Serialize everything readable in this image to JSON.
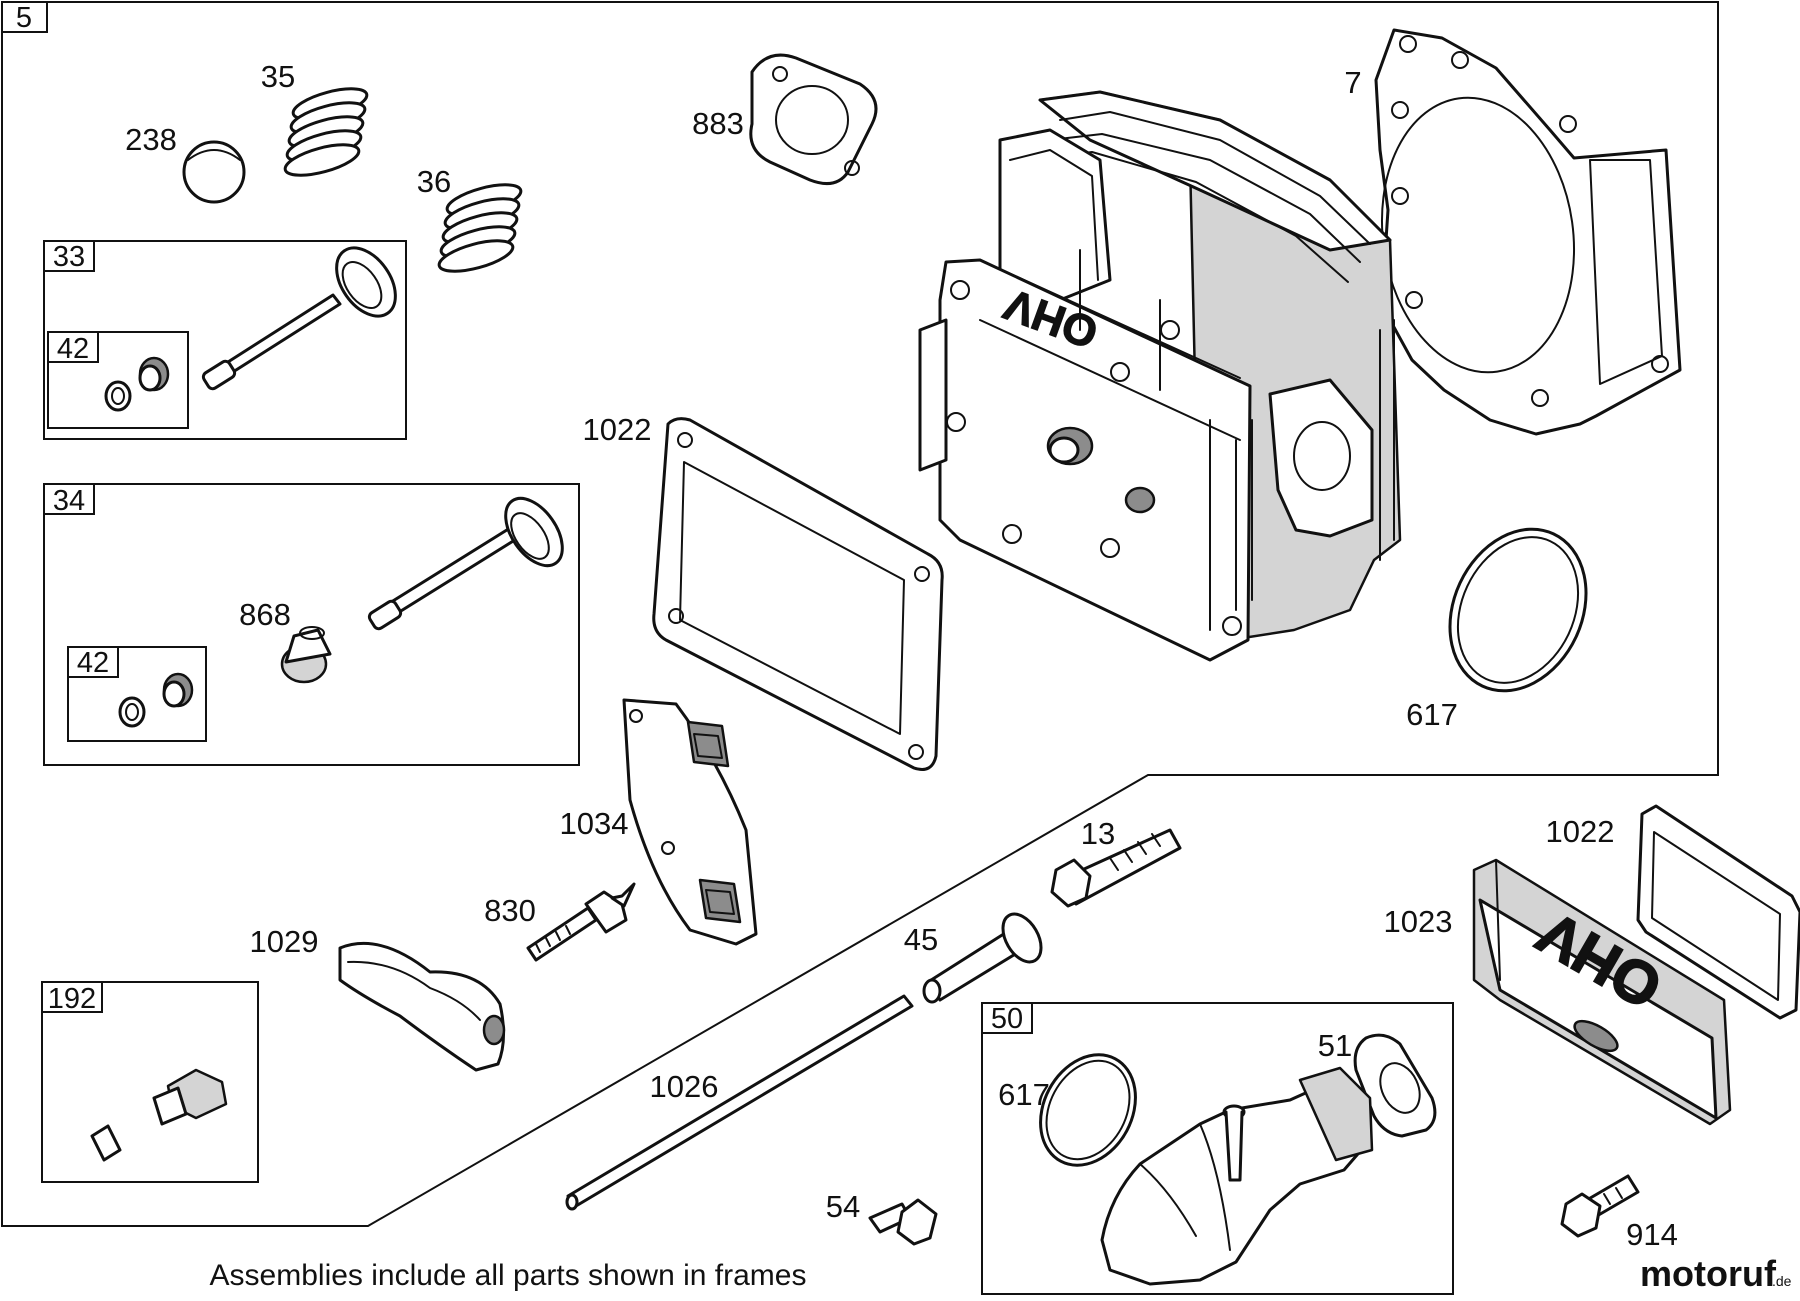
{
  "part_labels": {
    "p5": "5",
    "p35": "35",
    "p238": "238",
    "p36": "36",
    "p883": "883",
    "p7": "7",
    "p33": "33",
    "p42a": "42",
    "p1022a": "1022",
    "p34": "34",
    "p868": "868",
    "p42b": "42",
    "p617a": "617",
    "p1034": "1034",
    "p13": "13",
    "p1022b": "1022",
    "p830": "830",
    "p1029": "1029",
    "p45": "45",
    "p1023": "1023",
    "p192": "192",
    "p50": "50",
    "p51": "51",
    "p1026": "1026",
    "p617b": "617",
    "p54": "54",
    "p914": "914"
  },
  "engraving": {
    "ohv_head": "OHV",
    "ohv_cover": "OHV"
  },
  "caption": "Assemblies include all parts shown in frames",
  "watermark": {
    "brand": "motoruf",
    "suffix": ".de"
  }
}
